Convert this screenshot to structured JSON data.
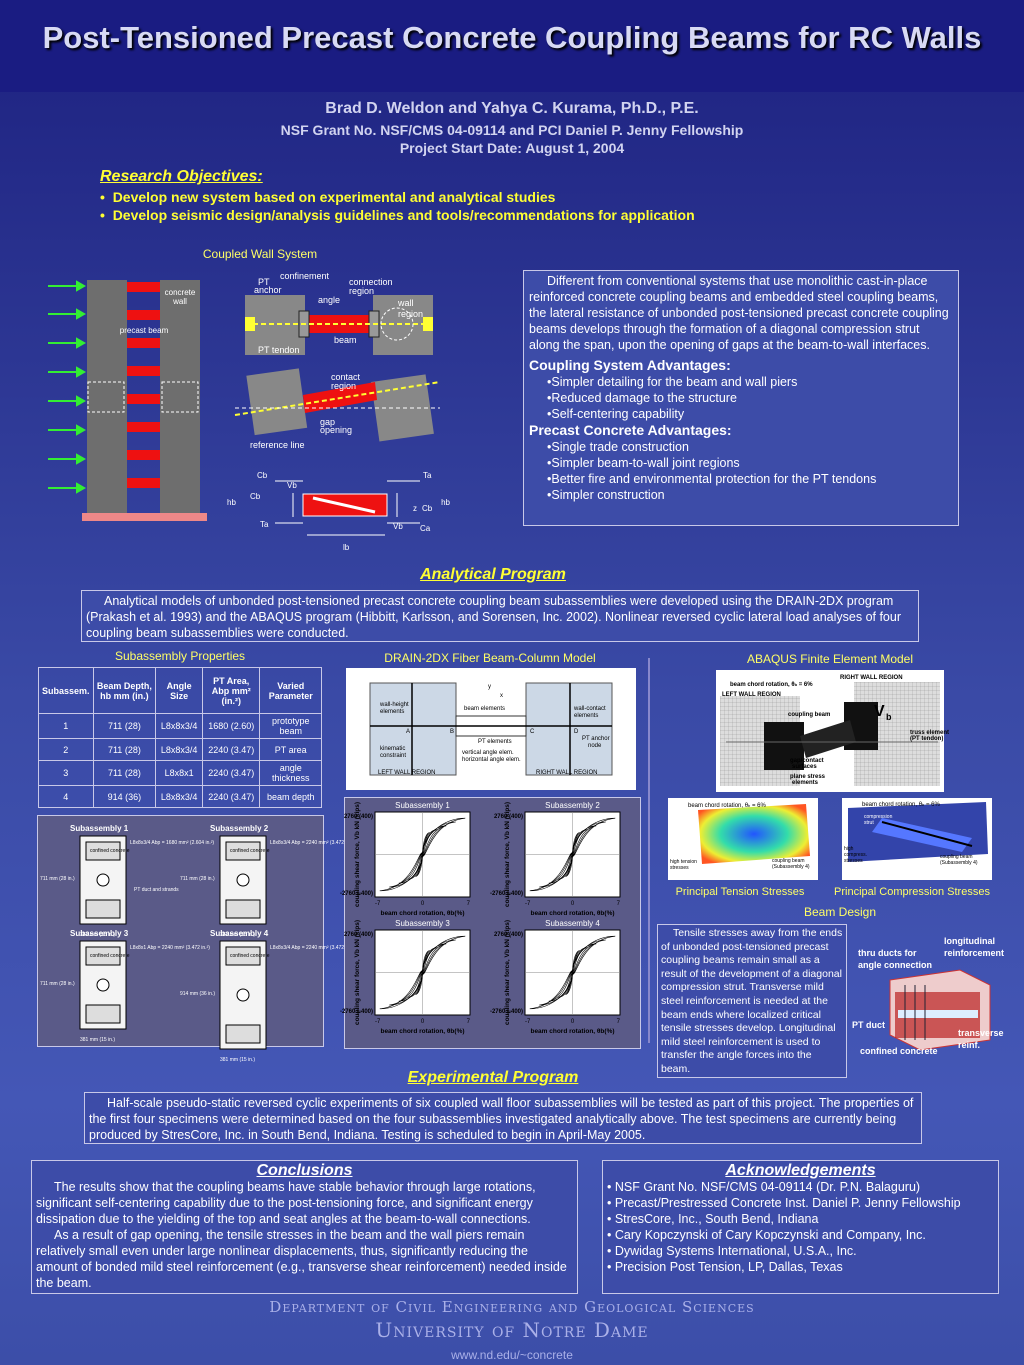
{
  "header": {
    "title": "Post-Tensioned Precast Concrete Coupling Beams for RC Walls",
    "authors": "Brad D. Weldon  and Yahya C. Kurama, Ph.D., P.E.",
    "grant": "NSF Grant No. NSF/CMS 04-09114 and PCI Daniel P. Jenny Fellowship",
    "start_date": "Project Start Date: August 1, 2004"
  },
  "objectives": {
    "heading": "Research Objectives:",
    "items": [
      "Develop new system based on experimental and analytical studies",
      "Develop seismic design/analysis guidelines and tools/recommendations for application"
    ]
  },
  "coupled_wall": {
    "caption": "Coupled Wall System",
    "labels": {
      "concrete_wall": "concrete wall",
      "precast_beam": "precast beam",
      "pt_anchor": "PT anchor",
      "confinement": "confinement",
      "angle": "angle",
      "connection_region": "connection region",
      "wall_region": "wall region",
      "beam": "beam",
      "pt_tendon": "PT tendon",
      "contact_region": "contact region",
      "gap_opening": "gap opening",
      "reference_line": "reference line"
    },
    "force_labels": {
      "cb_top": "Cb",
      "ta_top": "Ta",
      "vb_top": "Vb",
      "cb_mid": "Cb",
      "hb_left": "hb",
      "hb_right": "hb",
      "z": "z",
      "cb_right": "Cb",
      "ta_bot": "Ta",
      "vb_bot": "Vb",
      "ca_bot": "Ca",
      "lb": "lb"
    }
  },
  "advantages": {
    "intro": "Different from conventional systems that use monolithic cast-in-place reinforced concrete coupling beams and embedded steel coupling beams, the lateral resistance of unbonded post-tensioned precast concrete coupling beams develops through the formation of a diagonal compression strut along the span, upon the opening of gaps at the beam-to-wall interfaces.",
    "coupling_heading": "Coupling System Advantages:",
    "coupling_items": [
      "•Simpler detailing for the beam and wall piers",
      "•Reduced damage to the structure",
      "•Self-centering capability"
    ],
    "precast_heading": "Precast Concrete Advantages:",
    "precast_items": [
      "•Single trade construction",
      "•Simpler beam-to-wall joint regions",
      "•Better fire and environmental protection for the PT tendons",
      "•Simpler construction"
    ]
  },
  "analytical": {
    "heading": "Analytical Program",
    "text": "Analytical models of unbonded post-tensioned precast concrete coupling beam subassemblies were developed using the DRAIN-2DX program (Prakash et al. 1993) and the ABAQUS program (Hibbitt, Karlsson, and Sorensen, Inc. 2002).  Nonlinear reversed cyclic lateral load analyses of four coupling beam subassemblies were conducted."
  },
  "subassembly_table": {
    "caption": "Subassembly Properties",
    "headers": [
      "Subassem.",
      "Beam Depth, hb mm (in.)",
      "Angle Size",
      "PT Area, Abp mm² (in.²)",
      "Varied Parameter"
    ],
    "rows": [
      [
        "1",
        "711 (28)",
        "L8x8x3/4",
        "1680 (2.60)",
        "prototype beam"
      ],
      [
        "2",
        "711 (28)",
        "L8x8x3/4",
        "2240 (3.47)",
        "PT area"
      ],
      [
        "3",
        "711 (28)",
        "L8x8x1",
        "2240 (3.47)",
        "angle thickness"
      ],
      [
        "4",
        "914 (36)",
        "L8x8x3/4",
        "2240 (3.47)",
        "beam depth"
      ]
    ]
  },
  "sections": {
    "titles": [
      "Subassembly 1",
      "Subassembly 2",
      "Subassembly 3",
      "Subassembly 4"
    ],
    "notes": [
      "L8x8x3/4  Abp = 1680 mm² (2.604 in.²)",
      "L8x8x3/4  Abp = 2240 mm² (3.472 in.²)",
      "L8x8x1  Abp = 2240 mm² (3.472 in.²)",
      "L8x8x3/4  Abp = 2240 mm² (3.472 in.²)"
    ],
    "confined": "confined concrete",
    "pt_duct": "PT duct and strands",
    "dims": [
      "711 mm (28 in.)",
      "711 mm (28 in.)",
      "711 mm (28 in.)",
      "914 mm (36 in.)"
    ],
    "width": "381 mm (15 in.)"
  },
  "drain": {
    "caption": "DRAIN-2DX Fiber Beam-Column Model",
    "labels": [
      "wall-height elements",
      "beam elements",
      "wall-contact elements",
      "PT elements",
      "kinematic constraint",
      "vertical angle elem.",
      "horizontal angle elem.",
      "PT anchor node",
      "LEFT WALL REGION",
      "RIGHT WALL REGION",
      "A",
      "B",
      "C",
      "D",
      "y",
      "x"
    ]
  },
  "hysteresis": {
    "titles": [
      "Subassembly 1",
      "Subassembly 2",
      "Subassembly 3",
      "Subassembly 4"
    ],
    "ylabel": "coupling shear force, Vb kN (kips)",
    "xlabel": "beam chord rotation, θb(%)",
    "yticks": [
      "2760 (400)",
      "-2760 (-400)"
    ],
    "xticks": [
      "-7",
      "0",
      "7"
    ]
  },
  "abaqus": {
    "caption": "ABAQUS Finite Element Model",
    "model_title": "beam chord rotation, θb = 6%",
    "labels": [
      "RIGHT WALL REGION",
      "LEFT WALL REGION",
      "coupling beam",
      "truss element (PT tendon)",
      "gap/contact surfaces",
      "plane stress elements",
      "Vb"
    ],
    "tension_caption": "Principal Tension Stresses",
    "compression_caption": "Principal Compression Stresses",
    "mini_title": "beam chord rotation, θb = 6%",
    "mini_labels": [
      "high tension stresses",
      "coupling beam (Subassembly 4)",
      "compression strut",
      "high compress. stresses",
      "coupling beam (Subassembly 4)"
    ]
  },
  "beam_design": {
    "caption": "Beam Design",
    "text": "Tensile stresses away from the ends of unbonded post-tensioned precast coupling beams remain small as a result of the development of a diagonal compression strut. Transverse mild steel reinforcement is needed at the beam ends where localized critical tensile stresses develop. Longitudinal mild steel reinforcement is used to transfer the angle forces into the beam.",
    "labels": {
      "longitudinal": "longitudinal reinforcement",
      "thru_ducts": "thru ducts for angle connection",
      "pt_duct": "PT duct",
      "transverse": "transverse reinf.",
      "confined": "confined concrete"
    }
  },
  "experimental": {
    "heading": "Experimental Program",
    "text": "Half-scale pseudo-static reversed cyclic experiments of six coupled wall floor subassemblies will be tested as part of this project. The properties of the first four specimens were determined based on the four subassemblies investigated analytically above. The test specimens are currently being produced by StresCore, Inc. in South Bend, Indiana. Testing is scheduled to begin in April-May 2005."
  },
  "conclusions": {
    "heading": "Conclusions",
    "p1": "The results show that the coupling beams have stable behavior through large rotations, significant self-centering capability due to the post-tensioning force, and significant energy dissipation due to the yielding of the top and seat angles at the beam-to-wall connections.",
    "p2": "As a result of gap opening, the tensile stresses in the beam and the wall piers remain relatively small even under large nonlinear displacements, thus, significantly reducing the amount of bonded mild steel reinforcement (e.g., transverse shear reinforcement) needed inside the beam."
  },
  "acknowledgements": {
    "heading": "Acknowledgements",
    "items": [
      "• NSF Grant No. NSF/CMS 04-09114 (Dr. P.N. Balaguru)",
      "• Precast/Prestressed Concrete Inst. Daniel P. Jenny Fellowship",
      "• StresCore, Inc., South Bend, Indiana",
      "• Cary Kopczynski of Cary Kopczynski and Company, Inc.",
      "• Dywidag Systems International, U.S.A., Inc.",
      "• Precision Post Tension, LP, Dallas, Texas"
    ]
  },
  "footer": {
    "department": "Department of Civil Engineering and Geological Sciences",
    "university": "University of Notre Dame",
    "url": "www.nd.edu/~concrete"
  },
  "colors": {
    "background": "#2a3390",
    "header_band": "#1a1c82",
    "accent_yellow": "#ffff33",
    "beam_red": "#ee1111"
  }
}
